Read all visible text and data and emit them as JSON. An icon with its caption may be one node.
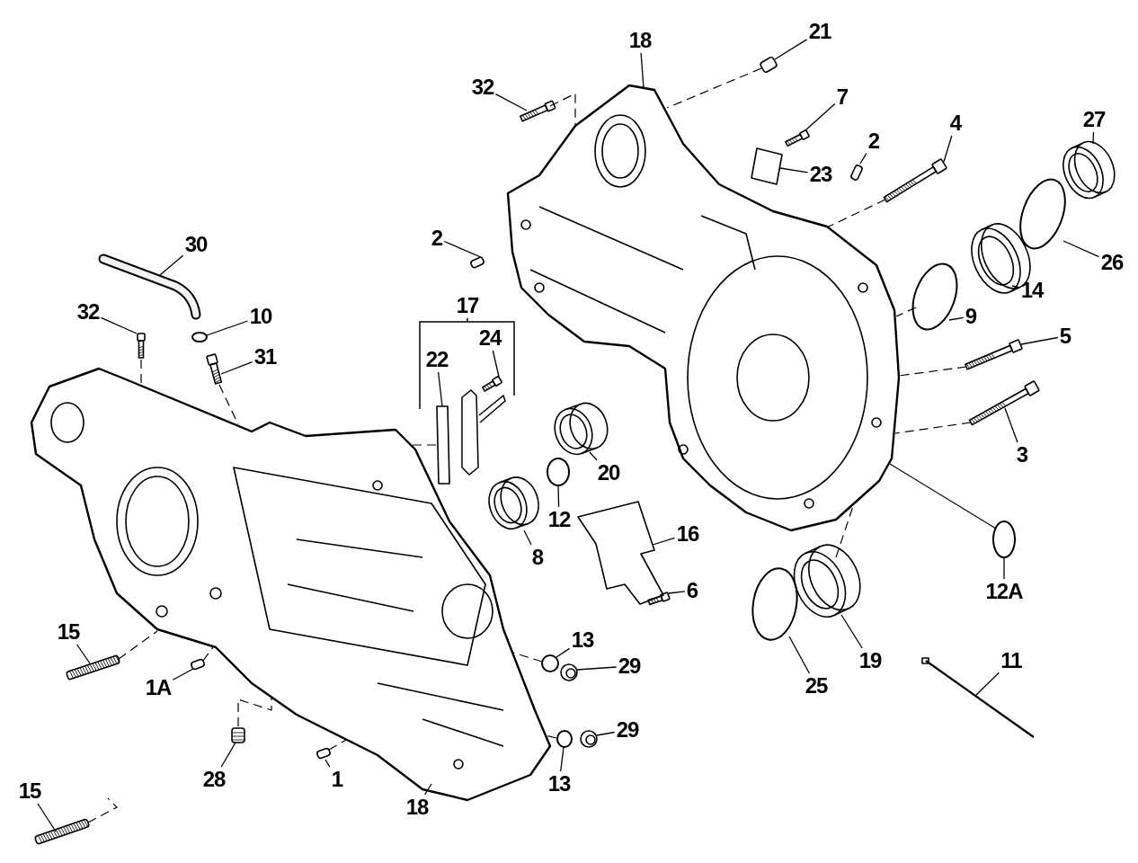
{
  "diagram": {
    "nodes": [
      {
        "text": [
          "18"
        ]
      },
      {
        "text": [
          "21"
        ]
      },
      {
        "text": [
          "32"
        ]
      },
      {
        "text": [
          "7"
        ]
      },
      {
        "text": [
          "27"
        ]
      },
      {
        "text": [
          "4"
        ]
      },
      {
        "text": [
          "2"
        ]
      },
      {
        "text": [
          "23"
        ]
      },
      {
        "text": [
          "2"
        ]
      },
      {
        "text": [
          "30"
        ]
      },
      {
        "text": [
          "26"
        ]
      },
      {
        "text": [
          "14"
        ]
      },
      {
        "text": [
          "17"
        ]
      },
      {
        "text": [
          "32"
        ]
      },
      {
        "text": [
          "10"
        ]
      },
      {
        "text": [
          "9"
        ]
      },
      {
        "text": [
          "24"
        ]
      },
      {
        "text": [
          "5"
        ]
      },
      {
        "text": [
          "22"
        ]
      },
      {
        "text": [
          "31"
        ]
      },
      {
        "text": [
          "3"
        ]
      },
      {
        "text": [
          "20"
        ]
      },
      {
        "text": [
          "12"
        ]
      },
      {
        "text": [
          "16"
        ]
      },
      {
        "text": [
          "8"
        ]
      },
      {
        "text": [
          "12A"
        ]
      },
      {
        "text": [
          "6"
        ]
      },
      {
        "text": [
          "15"
        ]
      },
      {
        "text": [
          "13"
        ]
      },
      {
        "text": [
          "19"
        ]
      },
      {
        "text": [
          "11"
        ]
      },
      {
        "text": [
          "29"
        ]
      },
      {
        "text": [
          "25"
        ]
      },
      {
        "text": [
          "1A"
        ]
      },
      {
        "text": [
          "29"
        ]
      },
      {
        "text": [
          "28"
        ]
      },
      {
        "text": [
          "1"
        ]
      },
      {
        "text": [
          "13"
        ]
      },
      {
        "text": [
          "15"
        ]
      },
      {
        "text": [
          "18"
        ]
      },
      {
        "text": [],
        "shape": "picture"
      },
      {
        "text": [],
        "shape": "picture"
      },
      {
        "text": [],
        "shape": "box"
      },
      {
        "text": [],
        "shape": "picture"
      },
      {
        "text": [],
        "shape": "picture"
      },
      {
        "text": [],
        "shape": "circle"
      },
      {
        "text": [],
        "shape": "picture"
      },
      {
        "text": [],
        "shape": "box"
      },
      {
        "text": [],
        "shape": "box"
      },
      {
        "text": [],
        "shape": "box"
      },
      {
        "text": [],
        "shape": "picture"
      },
      {
        "text": [],
        "shape": "circle"
      },
      {
        "text": [],
        "shape": "circle"
      },
      {
        "text": [],
        "shape": "picture"
      },
      {
        "text": [],
        "shape": "circle"
      },
      {
        "text": [],
        "shape": "circle"
      },
      {
        "text": [],
        "shape": "picture"
      },
      {
        "text": [],
        "shape": "picture"
      },
      {
        "text": [],
        "shape": "box"
      },
      {
        "text": [],
        "shape": "picture"
      },
      {
        "text": [],
        "shape": "picture"
      },
      {
        "text": [],
        "shape": "circle"
      },
      {
        "text": [],
        "shape": "circle"
      },
      {
        "text": [],
        "shape": "picture"
      },
      {
        "text": [],
        "shape": "circle"
      },
      {
        "text": [],
        "shape": "circle"
      },
      {
        "text": [],
        "shape": "picture"
      },
      {
        "text": [],
        "shape": "picture"
      },
      {
        "text": [],
        "shape": "circle"
      },
      {
        "text": [],
        "shape": "circle"
      },
      {
        "text": [],
        "shape": "picture"
      },
      {
        "text": [],
        "shape": "circle"
      },
      {
        "text": [],
        "shape": "circle"
      },
      {
        "text": [],
        "shape": "box"
      },
      {
        "text": [],
        "shape": "circle"
      },
      {
        "text": [],
        "shape": "box"
      },
      {
        "text": [],
        "shape": "box"
      },
      {
        "text": [],
        "shape": "circle"
      },
      {
        "text": [],
        "shape": "picture"
      }
    ],
    "edges": [
      {
        "from": 0,
        "to": 40,
        "arrow": "none"
      },
      {
        "from": 1,
        "to": 42,
        "arrow": "none"
      },
      {
        "from": 2,
        "to": 43,
        "arrow": "none"
      },
      {
        "from": 3,
        "to": 44,
        "arrow": "none"
      },
      {
        "from": 4,
        "to": 45,
        "arrow": "none"
      },
      {
        "from": 5,
        "to": 46,
        "arrow": "none"
      },
      {
        "from": 6,
        "to": 47,
        "arrow": "none"
      },
      {
        "from": 7,
        "to": 48,
        "arrow": "none"
      },
      {
        "from": 8,
        "to": 49,
        "arrow": "none"
      },
      {
        "from": 9,
        "to": 50,
        "arrow": "none"
      },
      {
        "from": 10,
        "to": 51,
        "arrow": "none"
      },
      {
        "from": 11,
        "to": 52,
        "arrow": "none"
      },
      {
        "from": 13,
        "to": 53,
        "arrow": "none"
      },
      {
        "from": 14,
        "to": 54,
        "arrow": "none"
      },
      {
        "from": 15,
        "to": 55,
        "arrow": "none"
      },
      {
        "from": 16,
        "to": 56,
        "arrow": "none"
      },
      {
        "from": 17,
        "to": 57,
        "arrow": "none"
      },
      {
        "from": 18,
        "to": 58,
        "arrow": "none"
      },
      {
        "from": 19,
        "to": 59,
        "arrow": "none"
      },
      {
        "from": 20,
        "to": 60,
        "arrow": "none"
      },
      {
        "from": 21,
        "to": 61,
        "arrow": "none"
      },
      {
        "from": 22,
        "to": 62,
        "arrow": "none"
      },
      {
        "from": 23,
        "to": 63,
        "arrow": "none"
      },
      {
        "from": 24,
        "to": 64,
        "arrow": "none"
      },
      {
        "from": 25,
        "to": 65,
        "arrow": "none"
      },
      {
        "from": 26,
        "to": 66,
        "arrow": "none"
      },
      {
        "from": 27,
        "to": 67,
        "arrow": "none"
      },
      {
        "from": 28,
        "to": 68,
        "arrow": "none"
      },
      {
        "from": 29,
        "to": 69,
        "arrow": "none"
      },
      {
        "from": 30,
        "to": 70,
        "arrow": "none"
      },
      {
        "from": 31,
        "to": 71,
        "arrow": "none"
      },
      {
        "from": 32,
        "to": 72,
        "arrow": "none"
      },
      {
        "from": 33,
        "to": 73,
        "arrow": "none"
      },
      {
        "from": 34,
        "to": 74,
        "arrow": "none"
      },
      {
        "from": 35,
        "to": 75,
        "arrow": "none"
      },
      {
        "from": 36,
        "to": 76,
        "arrow": "none"
      },
      {
        "from": 37,
        "to": 77,
        "arrow": "none"
      },
      {
        "from": 38,
        "to": 78,
        "arrow": "none"
      },
      {
        "from": 39,
        "to": 41,
        "arrow": "none"
      },
      {
        "from": 42,
        "to": 40,
        "arrow": "none",
        "style": "dashed"
      },
      {
        "from": 43,
        "to": 40,
        "arrow": "none",
        "style": "dashed"
      },
      {
        "from": 46,
        "to": 40,
        "arrow": "none",
        "style": "dashed"
      },
      {
        "from": 55,
        "to": 40,
        "arrow": "none",
        "style": "dashed"
      },
      {
        "from": 57,
        "to": 40,
        "arrow": "none",
        "style": "dashed"
      },
      {
        "from": 60,
        "to": 40,
        "arrow": "none",
        "style": "dashed"
      },
      {
        "from": 65,
        "to": 40,
        "arrow": "none"
      },
      {
        "from": 69,
        "to": 40,
        "arrow": "none",
        "style": "dashed"
      },
      {
        "from": 53,
        "to": 41,
        "arrow": "none",
        "style": "dashed"
      },
      {
        "from": 59,
        "to": 41,
        "arrow": "none",
        "style": "dashed"
      },
      {
        "from": 58,
        "to": 41,
        "arrow": "none",
        "style": "dashed"
      },
      {
        "from": 68,
        "to": 41,
        "arrow": "none",
        "style": "dashed"
      },
      {
        "from": 77,
        "to": 41,
        "arrow": "none",
        "style": "dashed"
      },
      {
        "from": 67,
        "to": 41,
        "arrow": "none",
        "style": "dashed"
      },
      {
        "from": 73,
        "to": 41,
        "arrow": "none",
        "style": "dashed"
      },
      {
        "from": 76,
        "to": 41,
        "arrow": "none",
        "style": "dashed"
      },
      {
        "from": 75,
        "to": 41,
        "arrow": "none",
        "style": "dashed"
      },
      {
        "from": 78,
        "to": null,
        "arrow": "none",
        "style": "dashed"
      }
    ]
  }
}
